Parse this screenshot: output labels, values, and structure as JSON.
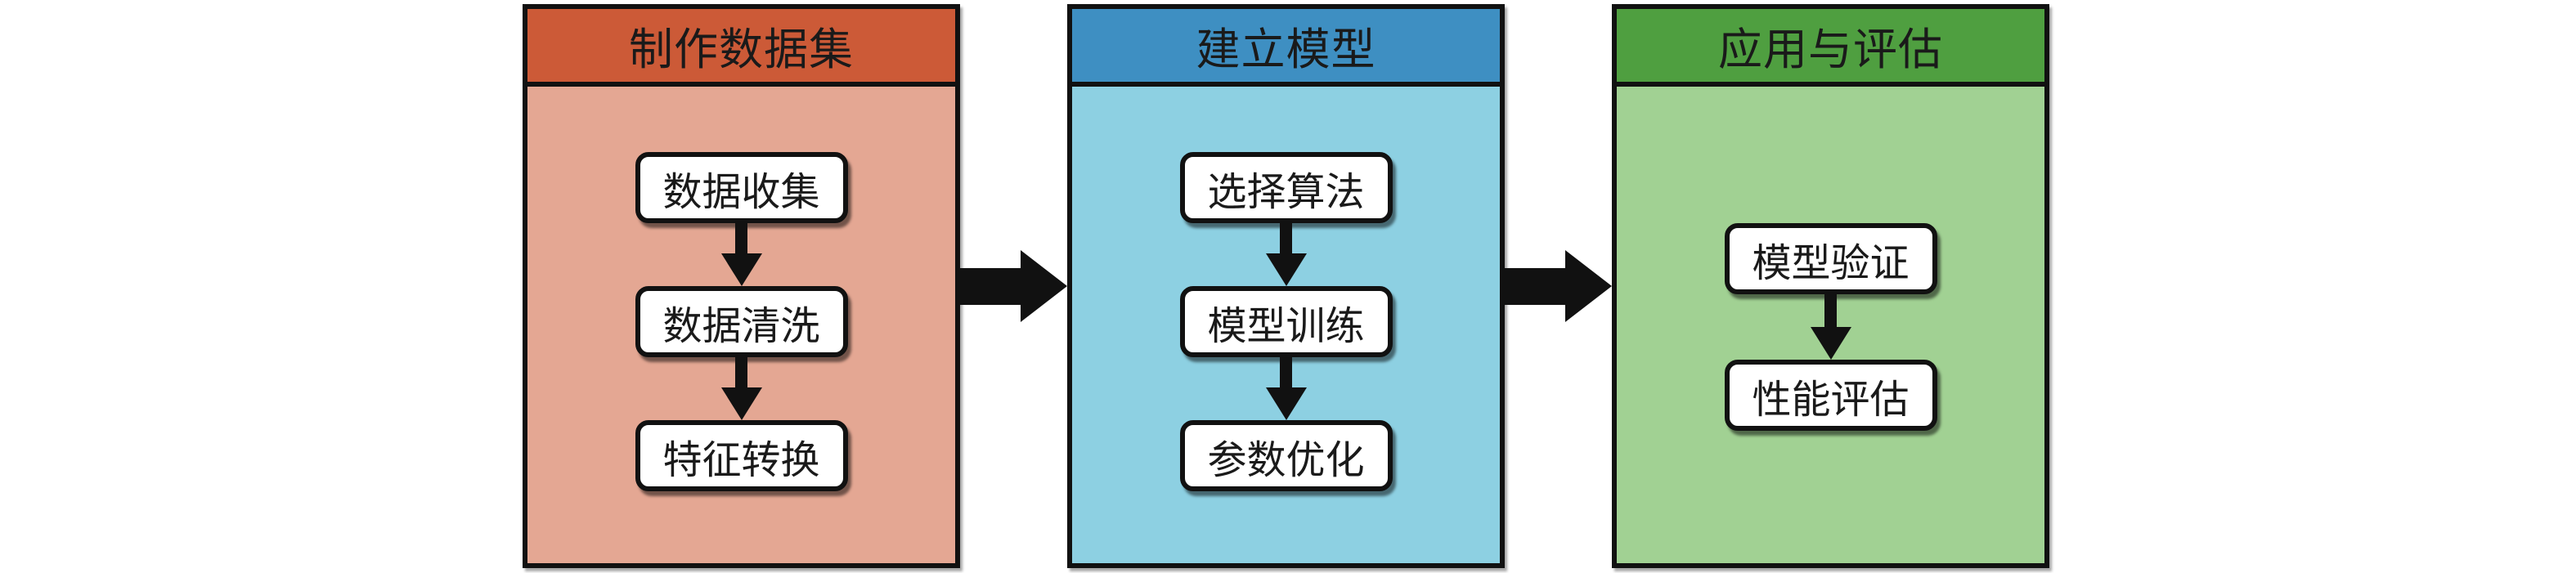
{
  "diagram": {
    "title": "machine-learning workflow flowchart",
    "border_color": "#111111",
    "arrow_color": "#111111",
    "panels": [
      {
        "title": "制作数据集",
        "header_color": "#cc5a37",
        "body_color": "#e4a793",
        "steps": [
          "数据收集",
          "数据清洗",
          "特征转换"
        ]
      },
      {
        "title": "建立模型",
        "header_color": "#3e8fc2",
        "body_color": "#8dd0e2",
        "steps": [
          "选择算法",
          "模型训练",
          "参数优化"
        ]
      },
      {
        "title": "应用与评估",
        "header_color": "#4f9f40",
        "body_color": "#a1d193",
        "steps": [
          "模型验证",
          "性能评估"
        ]
      }
    ]
  }
}
